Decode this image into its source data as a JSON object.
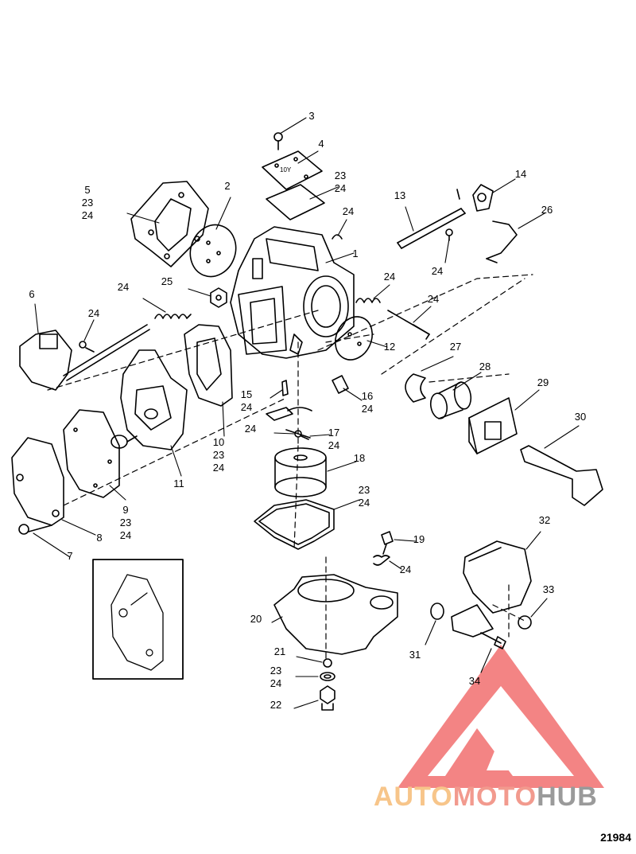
{
  "figure_id": "21984",
  "watermark": {
    "segments": [
      "AUTO",
      "MOTO",
      "HUB"
    ],
    "colors": [
      "#f7c58a",
      "#f29a8e",
      "#9a9a9a"
    ],
    "logo_color": "#ef5b5b"
  },
  "callouts": [
    {
      "id": "c3",
      "lines": [
        "3"
      ]
    },
    {
      "id": "c4",
      "lines": [
        "4"
      ]
    },
    {
      "id": "c5",
      "lines": [
        "5",
        "23",
        "24"
      ]
    },
    {
      "id": "c2",
      "lines": [
        "2"
      ]
    },
    {
      "id": "c23a",
      "lines": [
        "23",
        "24"
      ]
    },
    {
      "id": "c24a",
      "lines": [
        "24"
      ]
    },
    {
      "id": "c1",
      "lines": [
        "1"
      ]
    },
    {
      "id": "c13",
      "lines": [
        "13"
      ]
    },
    {
      "id": "c14",
      "lines": [
        "14"
      ]
    },
    {
      "id": "c26",
      "lines": [
        "26"
      ]
    },
    {
      "id": "c24b",
      "lines": [
        "24"
      ]
    },
    {
      "id": "c6",
      "lines": [
        "6"
      ]
    },
    {
      "id": "c24c",
      "lines": [
        "24"
      ]
    },
    {
      "id": "c25",
      "lines": [
        "25"
      ]
    },
    {
      "id": "c24d",
      "lines": [
        "24"
      ]
    },
    {
      "id": "c24e",
      "lines": [
        "24"
      ]
    },
    {
      "id": "c24f",
      "lines": [
        "24"
      ]
    },
    {
      "id": "c12",
      "lines": [
        "12"
      ]
    },
    {
      "id": "c27",
      "lines": [
        "27"
      ]
    },
    {
      "id": "c28",
      "lines": [
        "28"
      ]
    },
    {
      "id": "c29",
      "lines": [
        "29"
      ]
    },
    {
      "id": "c30",
      "lines": [
        "30"
      ]
    },
    {
      "id": "c15",
      "lines": [
        "15",
        "24"
      ]
    },
    {
      "id": "c16",
      "lines": [
        "16",
        "24"
      ]
    },
    {
      "id": "c24g",
      "lines": [
        "24"
      ]
    },
    {
      "id": "c17",
      "lines": [
        "17",
        "24"
      ]
    },
    {
      "id": "c10",
      "lines": [
        "10",
        "23",
        "24"
      ]
    },
    {
      "id": "c11",
      "lines": [
        "11"
      ]
    },
    {
      "id": "c9",
      "lines": [
        "9",
        "23",
        "24"
      ]
    },
    {
      "id": "c8",
      "lines": [
        "8"
      ]
    },
    {
      "id": "c7",
      "lines": [
        "7"
      ]
    },
    {
      "id": "c18",
      "lines": [
        "18"
      ]
    },
    {
      "id": "c23b",
      "lines": [
        "23",
        "24"
      ]
    },
    {
      "id": "c19",
      "lines": [
        "19"
      ]
    },
    {
      "id": "c24h",
      "lines": [
        "24"
      ]
    },
    {
      "id": "c32",
      "lines": [
        "32"
      ]
    },
    {
      "id": "c33",
      "lines": [
        "33"
      ]
    },
    {
      "id": "c20",
      "lines": [
        "20"
      ]
    },
    {
      "id": "c21",
      "lines": [
        "21"
      ]
    },
    {
      "id": "c23c",
      "lines": [
        "23",
        "24"
      ]
    },
    {
      "id": "c22",
      "lines": [
        "22"
      ]
    },
    {
      "id": "c31",
      "lines": [
        "31"
      ]
    },
    {
      "id": "c34",
      "lines": [
        "34"
      ]
    }
  ]
}
